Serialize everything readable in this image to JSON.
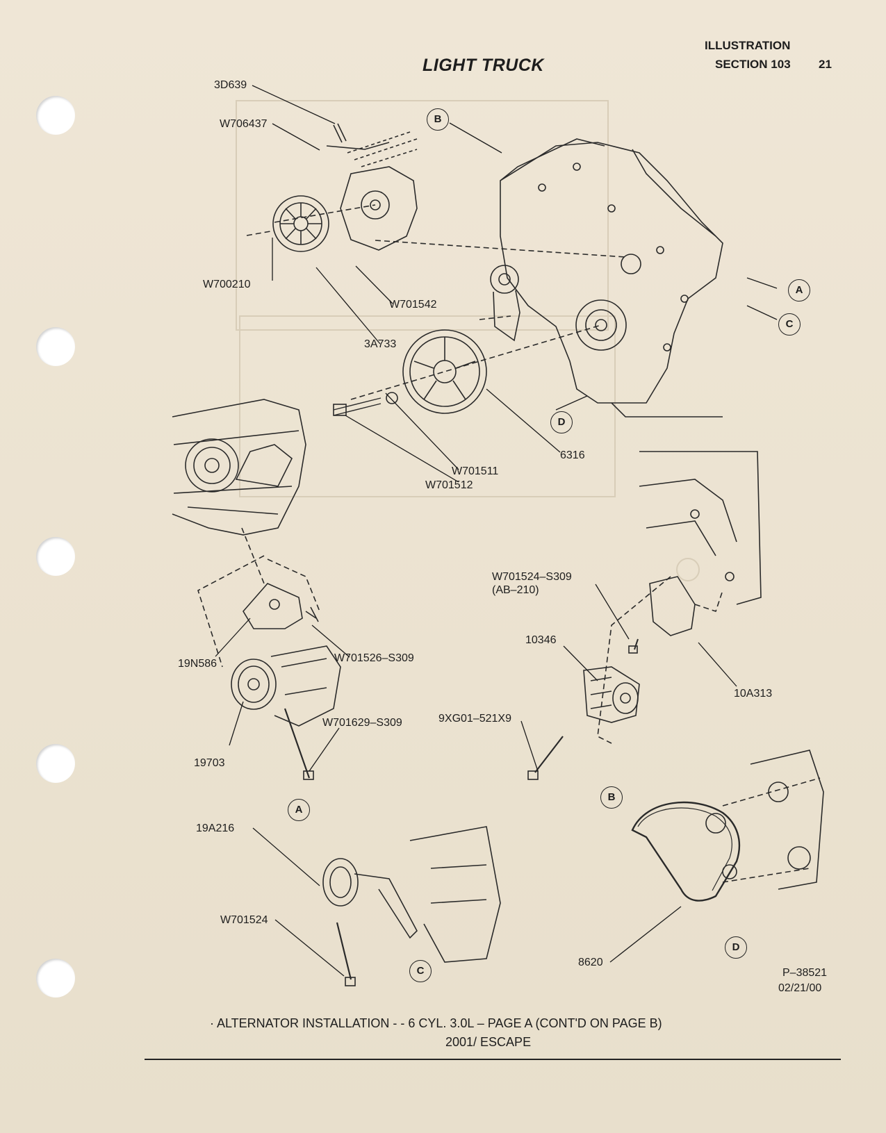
{
  "header": {
    "illustration": "ILLUSTRATION",
    "section": "SECTION 103",
    "page_number": "21",
    "title": "LIGHT TRUCK"
  },
  "part_labels": {
    "p3D639": "3D639",
    "pW706437": "W706437",
    "pW700210": "W700210",
    "pW701542": "W701542",
    "p3A733": "3A733",
    "pW701511": "W701511",
    "pW701512": "W701512",
    "p6316": "6316",
    "pW701524_S309": "W701524–S309",
    "pAB210": "(AB–210)",
    "p10346": "10346",
    "p10A313": "10A313",
    "p19N586": "19N586",
    "pW701526_S309": "W701526–S309",
    "pW701629_S309": "W701629–S309",
    "p19703": "19703",
    "p9XG01": "9XG01–521X9",
    "p19A216": "19A216",
    "pW701524": "W701524",
    "p8620": "8620"
  },
  "callouts": {
    "top_B": "B",
    "top_A": "A",
    "top_C": "C",
    "top_D": "D",
    "view_A": "A",
    "view_B": "B",
    "view_C": "C",
    "view_D": "D"
  },
  "drawing_id": {
    "number": "P–38521",
    "date": "02/21/00"
  },
  "caption": {
    "line1": "·  ALTERNATOR INSTALLATION - - 6 CYL. 3.0L – PAGE A (CONT'D ON PAGE B)",
    "line2": "2001/ ESCAPE"
  }
}
